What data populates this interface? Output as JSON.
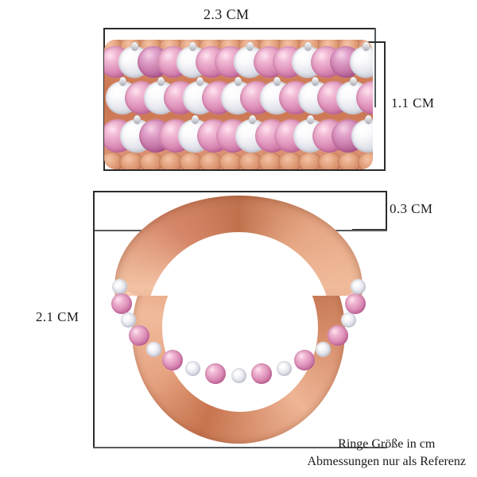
{
  "product": {
    "type": "ring",
    "metal": "rose-gold",
    "views": [
      "front-face-view",
      "side-profile-view"
    ],
    "stone_colors": {
      "pink": "#dd8fb8",
      "pink_deep": "#c678a9",
      "white": "#e6e7ee",
      "rose_gold": "#d4825f",
      "rose_gold_light": "#f0bb9c",
      "prong_silver": "#d8dade"
    },
    "front_view": {
      "rows": 3,
      "row_patterns": [
        [
          "pink",
          "white",
          "pink",
          "pink",
          "white",
          "pink",
          "pink",
          "white",
          "pink",
          "pink",
          "white",
          "pink",
          "pink",
          "white"
        ],
        [
          "white",
          "pink",
          "white",
          "pink",
          "white",
          "pink",
          "white",
          "pink",
          "white",
          "pink",
          "white",
          "pink",
          "white",
          "pink"
        ],
        [
          "pink",
          "white",
          "pink",
          "pink",
          "white",
          "pink",
          "pink",
          "white",
          "pink",
          "pink",
          "white",
          "pink",
          "pink",
          "white"
        ]
      ]
    }
  },
  "dimensions": {
    "width_top": "2.3 CM",
    "height_right": "1.1 CM",
    "thickness_right": "0.3 CM",
    "height_left": "2.1 CM"
  },
  "caption": {
    "line1": "Ringe Größe in cm",
    "line2": "Abmessungen nur als Referenz"
  },
  "style": {
    "line_color": "#2b2b2b",
    "line_color_grey": "#555a5e",
    "background": "#ffffff",
    "text_color": "#1c1c1c"
  }
}
